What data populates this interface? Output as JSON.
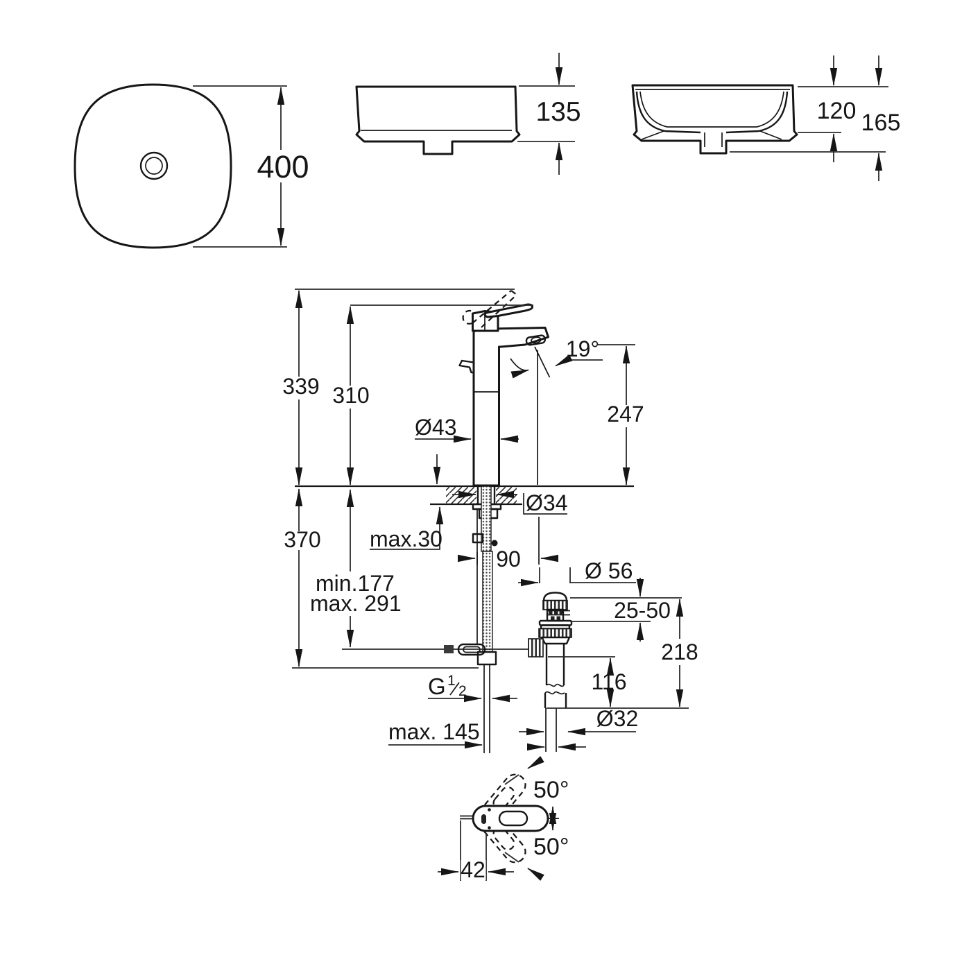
{
  "title": "Basin and tall single-lever basin mixer — dimensional drawing (mm)",
  "colors": {
    "line": "#161616",
    "background": "#ffffff"
  },
  "labels": {
    "top_view": {
      "width": "400"
    },
    "front_view": {
      "height": "135"
    },
    "section_view": {
      "inner_depth": "120",
      "total_height": "165"
    },
    "faucet": {
      "height_lever_raised": "339",
      "height_lever": "310",
      "spout_angle": "19°",
      "spout_to_deck": "247",
      "body_diameter": "Ø43",
      "hole_diameter": "Ø34",
      "deck_thickness_max": "max.30",
      "below_deck_height": "370",
      "spout_reach": "90",
      "hose_min": "min.177",
      "hose_max": "max. 291"
    },
    "drain": {
      "cap_diameter": "Ø 56",
      "adjust_range": "25-50",
      "body_height": "218",
      "tailpipe_length": "116",
      "pipe_diameter": "Ø32"
    },
    "supply": {
      "thread_g": "G",
      "thread_num": "1",
      "thread_den": "2",
      "max_depth": "max. 145"
    },
    "handle_plan": {
      "swing_up": "50°",
      "swing_down": "50°",
      "length": "42"
    }
  }
}
